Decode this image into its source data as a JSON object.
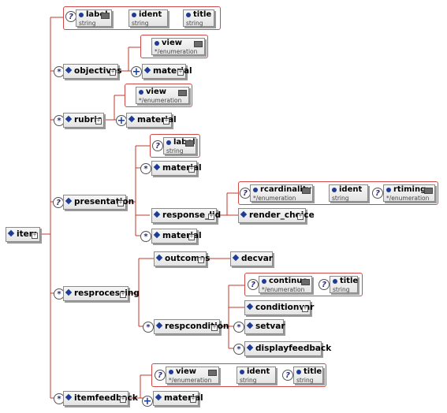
{
  "root": {
    "label": "item"
  },
  "groups": {
    "item_attrs": [
      {
        "name": "label",
        "type": "string"
      },
      {
        "name": "ident",
        "type": "string"
      },
      {
        "name": "title",
        "type": "string"
      }
    ],
    "objectives_attrs": [
      {
        "name": "view",
        "type": "*/enumeration"
      }
    ],
    "rubric_attrs": [
      {
        "name": "view",
        "type": "*/enumeration"
      }
    ],
    "presentation_attrs": [
      {
        "name": "label",
        "type": "string"
      }
    ],
    "response_lid_attrs": [
      {
        "name": "rcardinality",
        "type": "*/enumeration"
      },
      {
        "name": "ident",
        "type": "string"
      },
      {
        "name": "rtiming",
        "type": "*/enumeration"
      }
    ],
    "respcondition_attrs": [
      {
        "name": "continue",
        "type": "*/enumeration"
      },
      {
        "name": "title",
        "type": "string"
      }
    ],
    "itemfeedback_attrs": [
      {
        "name": "view",
        "type": "*/enumeration"
      },
      {
        "name": "ident",
        "type": "string"
      },
      {
        "name": "title",
        "type": "string"
      }
    ]
  },
  "elements": {
    "objectives": "objectives",
    "objectives_material": "material",
    "rubric": "rubric",
    "rubric_material": "material",
    "presentation": "presentation",
    "presentation_material_1": "material",
    "response_lid": "response_lid",
    "render_choice": "render_choice",
    "presentation_material_2": "material",
    "resprocessing": "resprocessing",
    "outcomes": "outcomes",
    "decvar": "decvar",
    "respcondition": "respcondition",
    "conditionvar": "conditionvar",
    "setvar": "setvar",
    "displayfeedback": "displayfeedback",
    "itemfeedback": "itemfeedback",
    "itemfeedback_material": "material"
  },
  "compositor_glyphs": {
    "optional": "?",
    "unbounded": "*",
    "sequence": "+"
  }
}
